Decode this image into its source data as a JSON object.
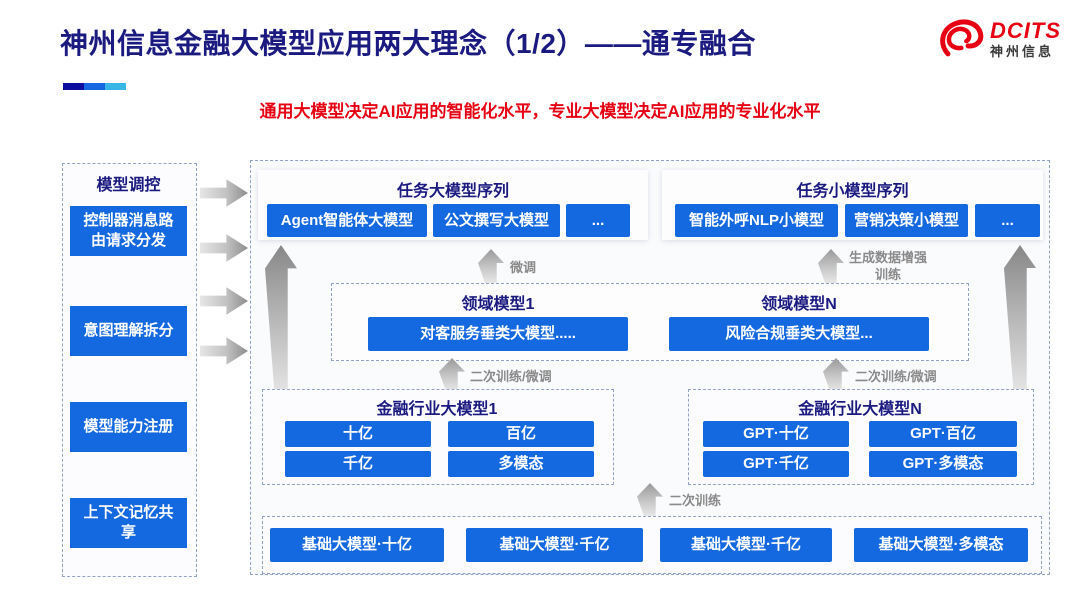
{
  "page": {
    "title": "神州信息金融大模型应用两大理念（1/2）——通专融合",
    "subtitle": "通用大模型决定AI应用的智能化水平，专业大模型决定AI应用的专业化水平"
  },
  "logo": {
    "brand": "DCITS",
    "company": "神州信息"
  },
  "colors": {
    "title_navy": "#1b1a80",
    "subtitle_red": "#e60012",
    "button_blue": "#1569e0",
    "accent_bar_segments": [
      "#0d0d9e",
      "#1566e0",
      "#38b6e8"
    ],
    "arrow_gray": "#8d8d8d",
    "dashed_border": "#93a3c6"
  },
  "sidebar": {
    "title": "模型调控",
    "items": [
      "控制器消息路由请求分发",
      "意图理解拆分",
      "模型能力注册",
      "上下文记忆共享"
    ]
  },
  "diagram": {
    "task_large": {
      "title": "任务大模型序列",
      "items": [
        "Agent智能体大模型",
        "公文撰写大模型",
        "..."
      ]
    },
    "task_small": {
      "title": "任务小模型序列",
      "items": [
        "智能外呼NLP小模型",
        "营销决策小模型",
        "..."
      ]
    },
    "domain": {
      "left": {
        "title": "领域模型1",
        "item": "对客服务垂类大模型....."
      },
      "right": {
        "title": "领域模型N",
        "item": "风险合规垂类大模型..."
      }
    },
    "industry_left": {
      "title": "金融行业大模型1",
      "items": [
        "十亿",
        "百亿",
        "千亿",
        "多模态"
      ]
    },
    "industry_right": {
      "title": "金融行业大模型N",
      "items": [
        "GPT·十亿",
        "GPT·百亿",
        "GPT·千亿",
        "GPT·多模态"
      ]
    },
    "base": {
      "items": [
        "基础大模型·十亿",
        "基础大模型·千亿",
        "基础大模型·千亿",
        "基础大模型·多模态"
      ]
    },
    "labels": {
      "finetune": "微调",
      "gen_data_train": "生成数据增强训练",
      "retrain_finetune": "二次训练/微调",
      "retrain": "二次训练"
    }
  }
}
